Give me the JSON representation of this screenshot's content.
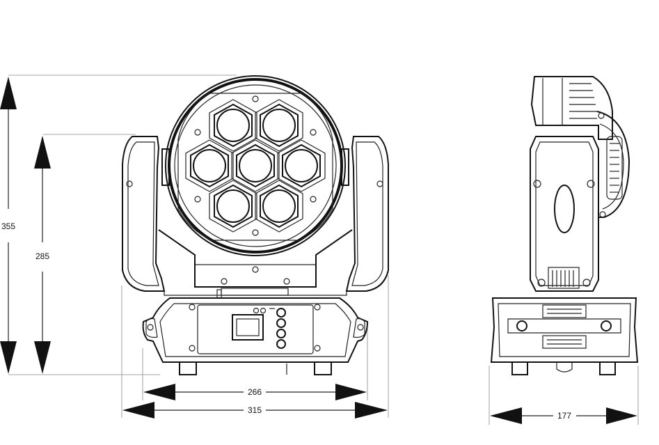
{
  "dimensions": {
    "height_total": "355",
    "height_head": "285",
    "width_arms": "266",
    "width_base": "315",
    "depth": "177"
  },
  "icons": {
    "led_lens": "circle-lens",
    "screw": "screw-head",
    "button": "circle-button"
  },
  "colors": {
    "line": "#111111",
    "background": "#ffffff"
  }
}
